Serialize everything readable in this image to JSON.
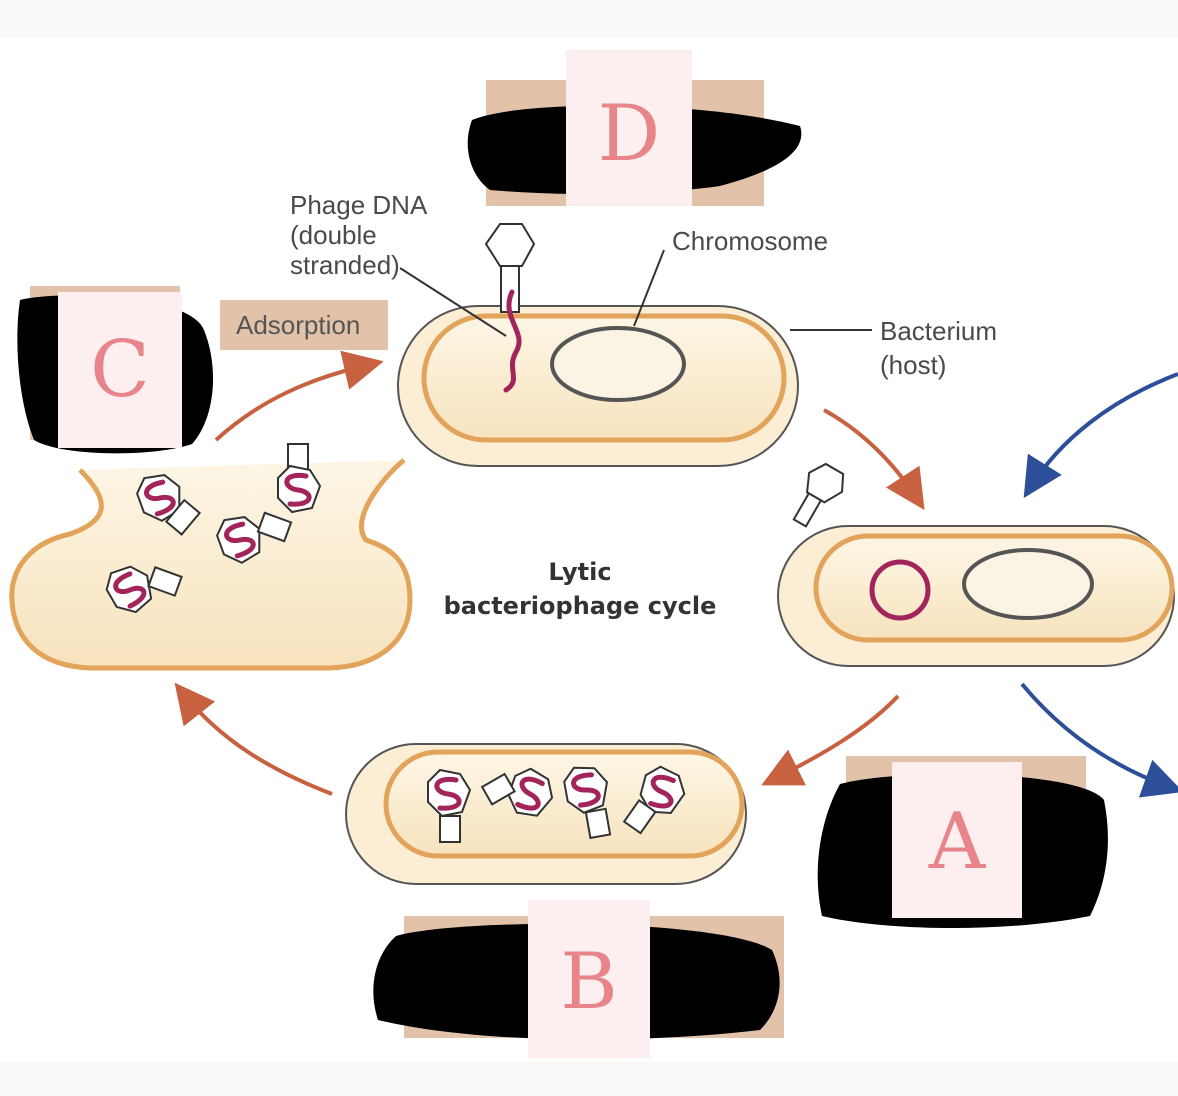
{
  "labels": {
    "phage_dna_line1": "Phage DNA",
    "phage_dna_line2": "(double",
    "phage_dna_line3": "stranded)",
    "chromosome": "Chromosome",
    "bacterium_line1": "Bacterium",
    "bacterium_line2": "(host)",
    "adsorption": "Adsorption",
    "center_line1": "Lytic",
    "center_line2": "bacteriophage cycle"
  },
  "answer_boxes": {
    "a": "A",
    "b": "B",
    "c": "C",
    "d": "D"
  },
  "colors": {
    "cell_membrane": "#e2a35a",
    "cytoplasm": "#fdf3df",
    "dna": "#a3245a",
    "cycle_arrow": "#c8613f",
    "lysogenic_arrow": "#2d4f9a",
    "label_box": "#e2c2a8",
    "answer_box": "#fdeef0"
  }
}
